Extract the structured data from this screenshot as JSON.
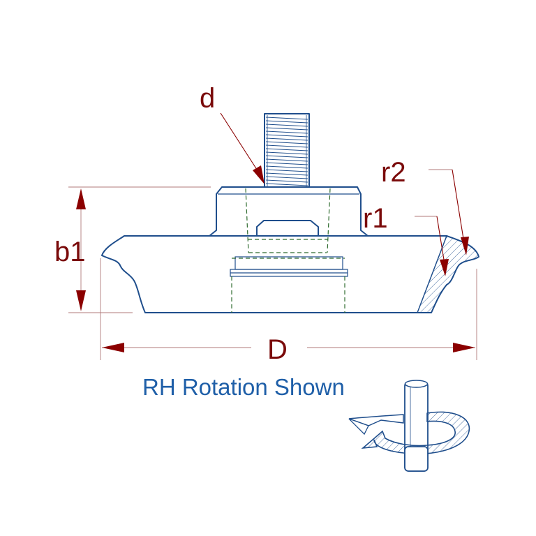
{
  "labels": {
    "d": "d",
    "r2": "r2",
    "r1": "r1",
    "b1": "b1",
    "D": "D"
  },
  "caption": "RH Rotation Shown",
  "colors": {
    "outline": "#1f4e8c",
    "dimension_text": "#7a0a0a",
    "caption": "#1f5fa8",
    "hidden_lines": "#2e6b2e"
  },
  "icons": {
    "rotation": "rh-rotation-arrow-icon"
  }
}
